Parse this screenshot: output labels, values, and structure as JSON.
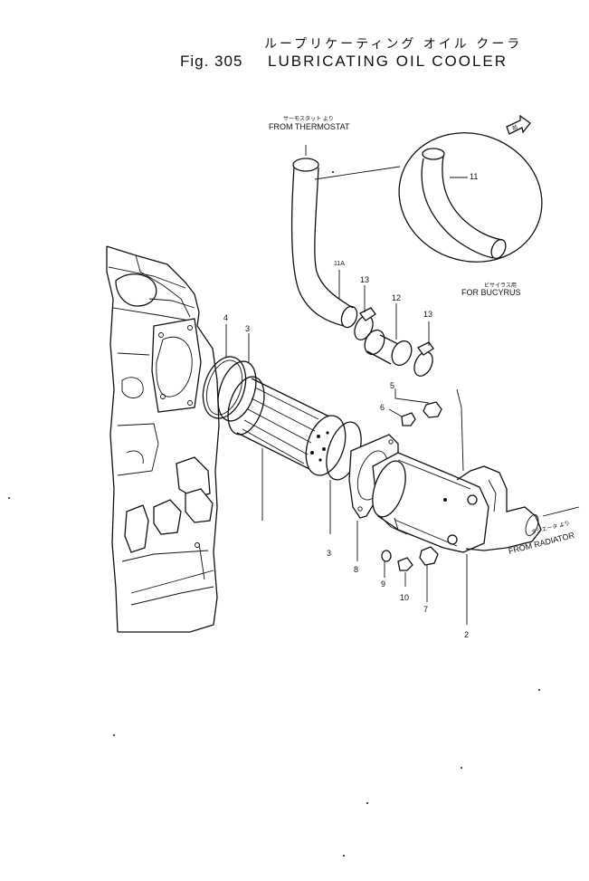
{
  "title": {
    "japanese": "ループリケーティング オイル クーラ",
    "fig": "Fig. 305",
    "main": "LUBRICATING   OIL   COOLER"
  },
  "labels": {
    "from_thermostat_jp": "サーモスタット より",
    "from_thermostat": "FROM THERMOSTAT",
    "for_bucyrus_jp": "ビサイラス用",
    "for_bucyrus": "FOR BUCYRUS",
    "from_radiator_jp": "ラジエータ より",
    "from_radiator": "FROM RADIATOR",
    "arrow_mark": "前"
  },
  "callouts": {
    "n11": "11",
    "n11a": "11A",
    "n13a": "13",
    "n12": "12",
    "n13b": "13",
    "n4": "4",
    "n3a": "3",
    "n5": "5",
    "n6": "6",
    "n3b": "3",
    "n8": "8",
    "n9": "9",
    "n10": "10",
    "n7": "7",
    "n2": "2"
  }
}
